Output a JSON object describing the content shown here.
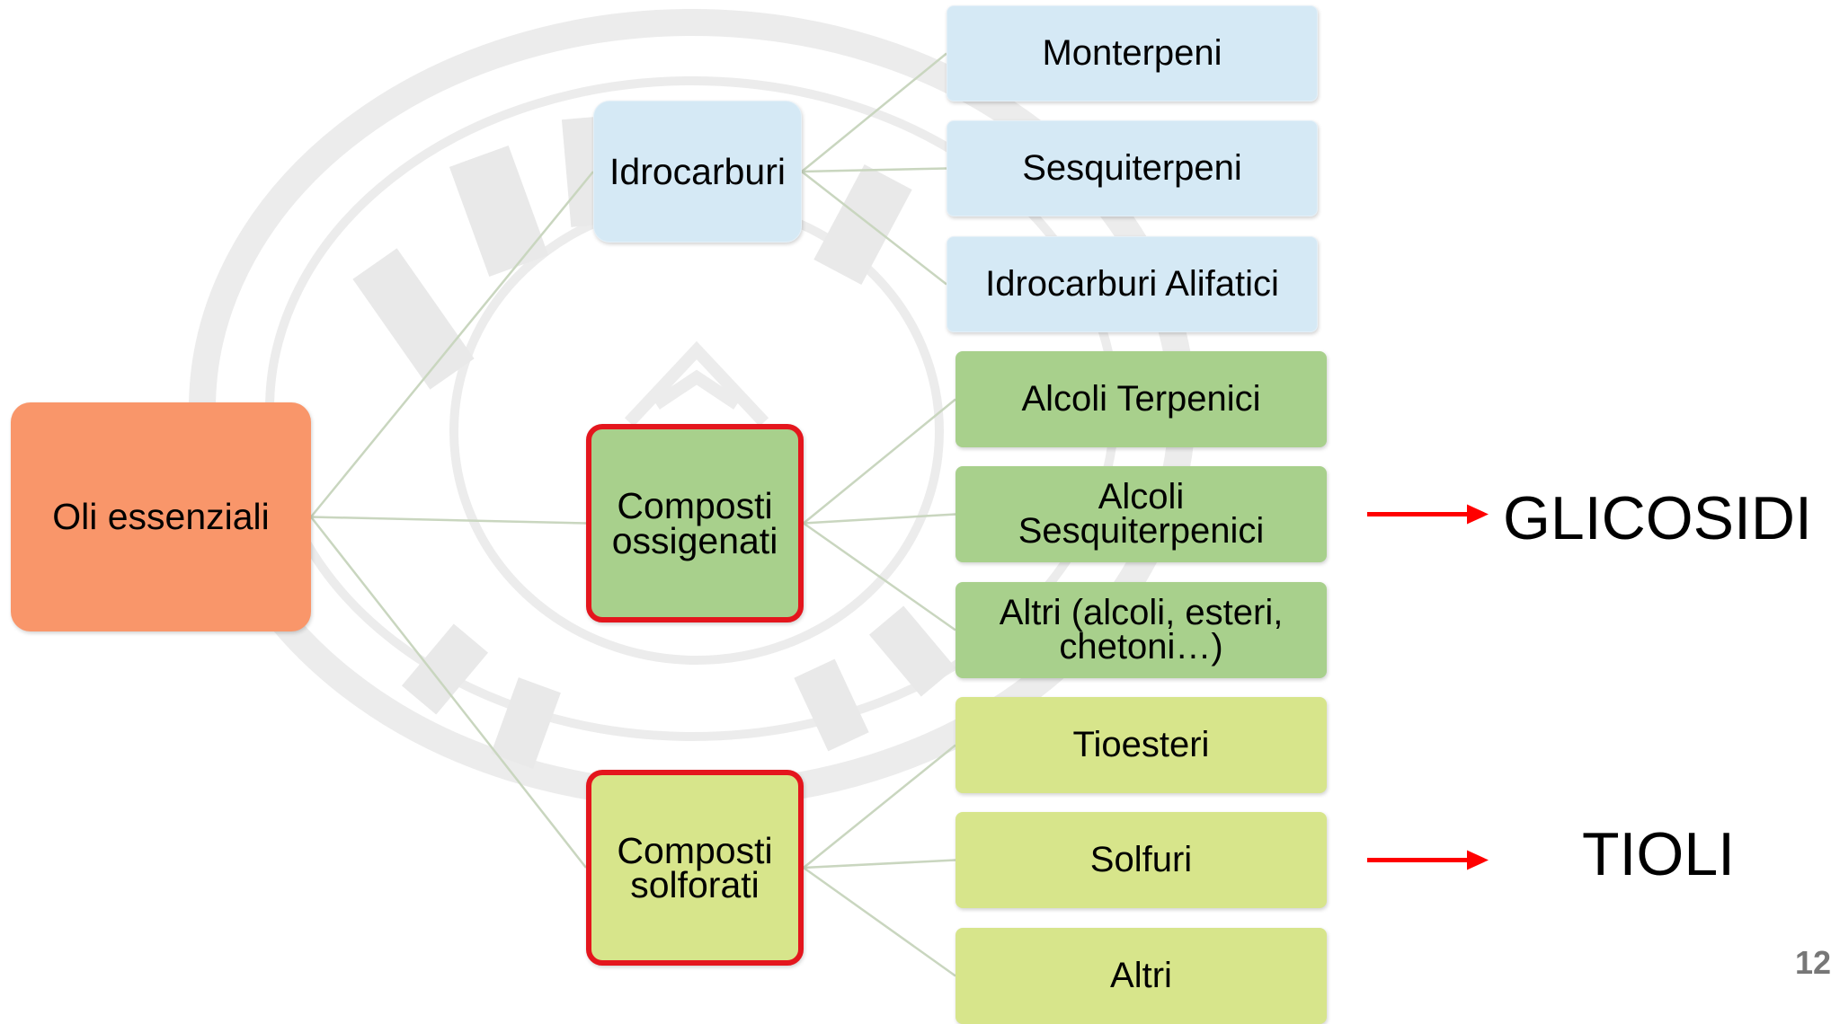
{
  "root": {
    "label": "Oli essenziali"
  },
  "categories": [
    {
      "label": "Idrocarburi",
      "highlighted": false
    },
    {
      "label": "Composti\nossigenati",
      "highlighted": true
    },
    {
      "label": "Composti\nsolforati",
      "highlighted": true
    }
  ],
  "leaves": [
    {
      "label": "Monterpeni",
      "category": 0
    },
    {
      "label": "Sesquiterpeni",
      "category": 0
    },
    {
      "label": "Idrocarburi Alifatici",
      "category": 0
    },
    {
      "label": "Alcoli Terpenici",
      "category": 1
    },
    {
      "label": "Alcoli\nSesquiterpenici",
      "category": 1
    },
    {
      "label": "Altri (alcoli, esteri,\nchetoni…)",
      "category": 1
    },
    {
      "label": "Tioesteri",
      "category": 2
    },
    {
      "label": "Solfuri",
      "category": 2
    },
    {
      "label": "Altri",
      "category": 2
    }
  ],
  "callouts": [
    {
      "label": "GLICOSIDI",
      "points_to_leaf": 4
    },
    {
      "label": "TIOLI",
      "points_to_leaf": 7
    }
  ],
  "page_number": "12",
  "colors": {
    "root": "#f9966a",
    "hydrocarbons": "#d5e9f5",
    "oxygenated": "#a8d08c",
    "sulfurated": "#d7e58b",
    "highlight_border": "#e4161d",
    "arrow": "#ff0000",
    "connector": "#c9d6bf"
  }
}
